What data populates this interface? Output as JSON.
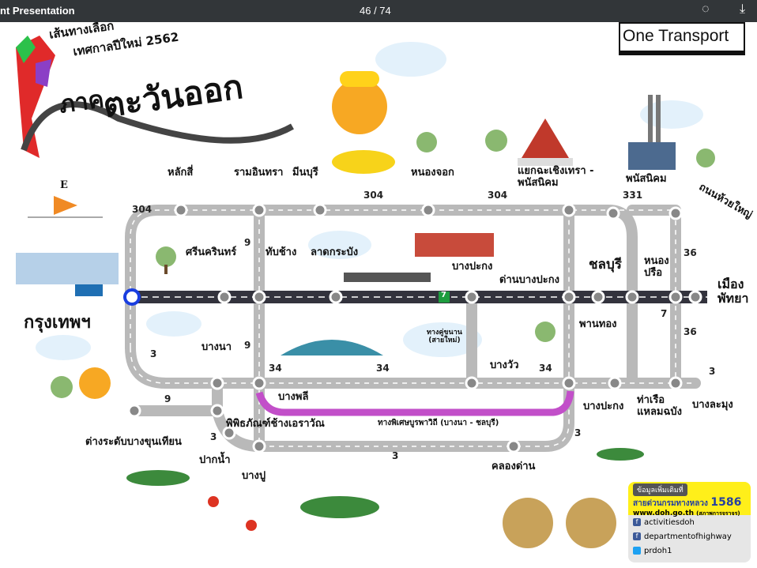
{
  "viewer": {
    "title": "nt Presentation",
    "page": "46 / 74"
  },
  "header": {
    "subtitle_line1": "เส้นทางเลือก",
    "subtitle_line2": "เทศกาลปีใหม่ 2562",
    "region_line1": "ภาค",
    "region_line2": "ตะวันออก",
    "brand": "One Transport",
    "compass": "E"
  },
  "places": {
    "laksi": "หลักสี่",
    "ramintra": "รามอินทรา",
    "minburi": "มีนบุรี",
    "nongchok": "หนองจอก",
    "chachoengsao_1": "แยกฉะเชิงเทรา -",
    "chachoengsao_2": "พนัสนิคม",
    "phanatnikhom": "พนัสนิคม",
    "huaiyai": "ถนนห้วยใหญ่",
    "srinakarin": "ศรีนครินทร์",
    "thapchang": "ทับช้าง",
    "latkrabang": "ลาดกระบัง",
    "bangpakong_top": "บางปะกง",
    "dan_bangpakong": "ด่านบางปะกง",
    "chonburi": "ชลบุรี",
    "nongprue_1": "หนอง",
    "nongprue_2": "ปรือ",
    "pattaya_1": "เมือง",
    "pattaya_2": "พัทยา",
    "bangkok": "กรุงเทพฯ",
    "phanthong": "พานทอง",
    "parallel_1": "ทางคู่ขนาน",
    "parallel_2": "(สายใหม่)",
    "bangwua": "บางวัว",
    "bangna": "บางนา",
    "bangphli": "บางพลี",
    "bangpakong_bottom": "บางปะกง",
    "laemchabang_1": "ท่าเรือ",
    "laemchabang_2": "แหลมฉบัง",
    "banglamung": "บางละมุง",
    "bangkhuntian": "ต่างระดับบางขุนเทียน",
    "erawan": "พิพิธภัณฑ์ช้างเอราวัณ",
    "burapha": "ทางพิเศษบูรพาวิถี (บางนา - ชลบุรี)",
    "paknam": "ปากน้ำ",
    "bangpu": "บางปู",
    "khlongdan": "คลองด่าน"
  },
  "roads": {
    "r304a": "304",
    "r304b": "304",
    "r304c": "304",
    "r331": "331",
    "r9a": "9",
    "r9b": "9",
    "r9c": "9",
    "r36a": "36",
    "r36b": "36",
    "r7": "7",
    "r3a": "3",
    "r3b": "3",
    "r3c": "3",
    "r3d": "3",
    "r3e": "3",
    "r34a": "34",
    "r34b": "34",
    "r34c": "34",
    "motorway_sign": "7"
  },
  "info": {
    "tag": "ข้อมูลเพิ่มเติมที่",
    "hotline": "สายด่วนกรมทางหลวง",
    "hotline_num": "1586",
    "web": "www.doh.go.th",
    "web_note": "(สภาพการจราจร)",
    "fb1": "activitiesdoh",
    "fb2": "departmentofhighway",
    "tw": "prdoh1"
  },
  "colors": {
    "road": "#b9b9b9",
    "motorway": "#33333d",
    "expressway": "#c24fc9",
    "accent": "#ffef1a"
  }
}
